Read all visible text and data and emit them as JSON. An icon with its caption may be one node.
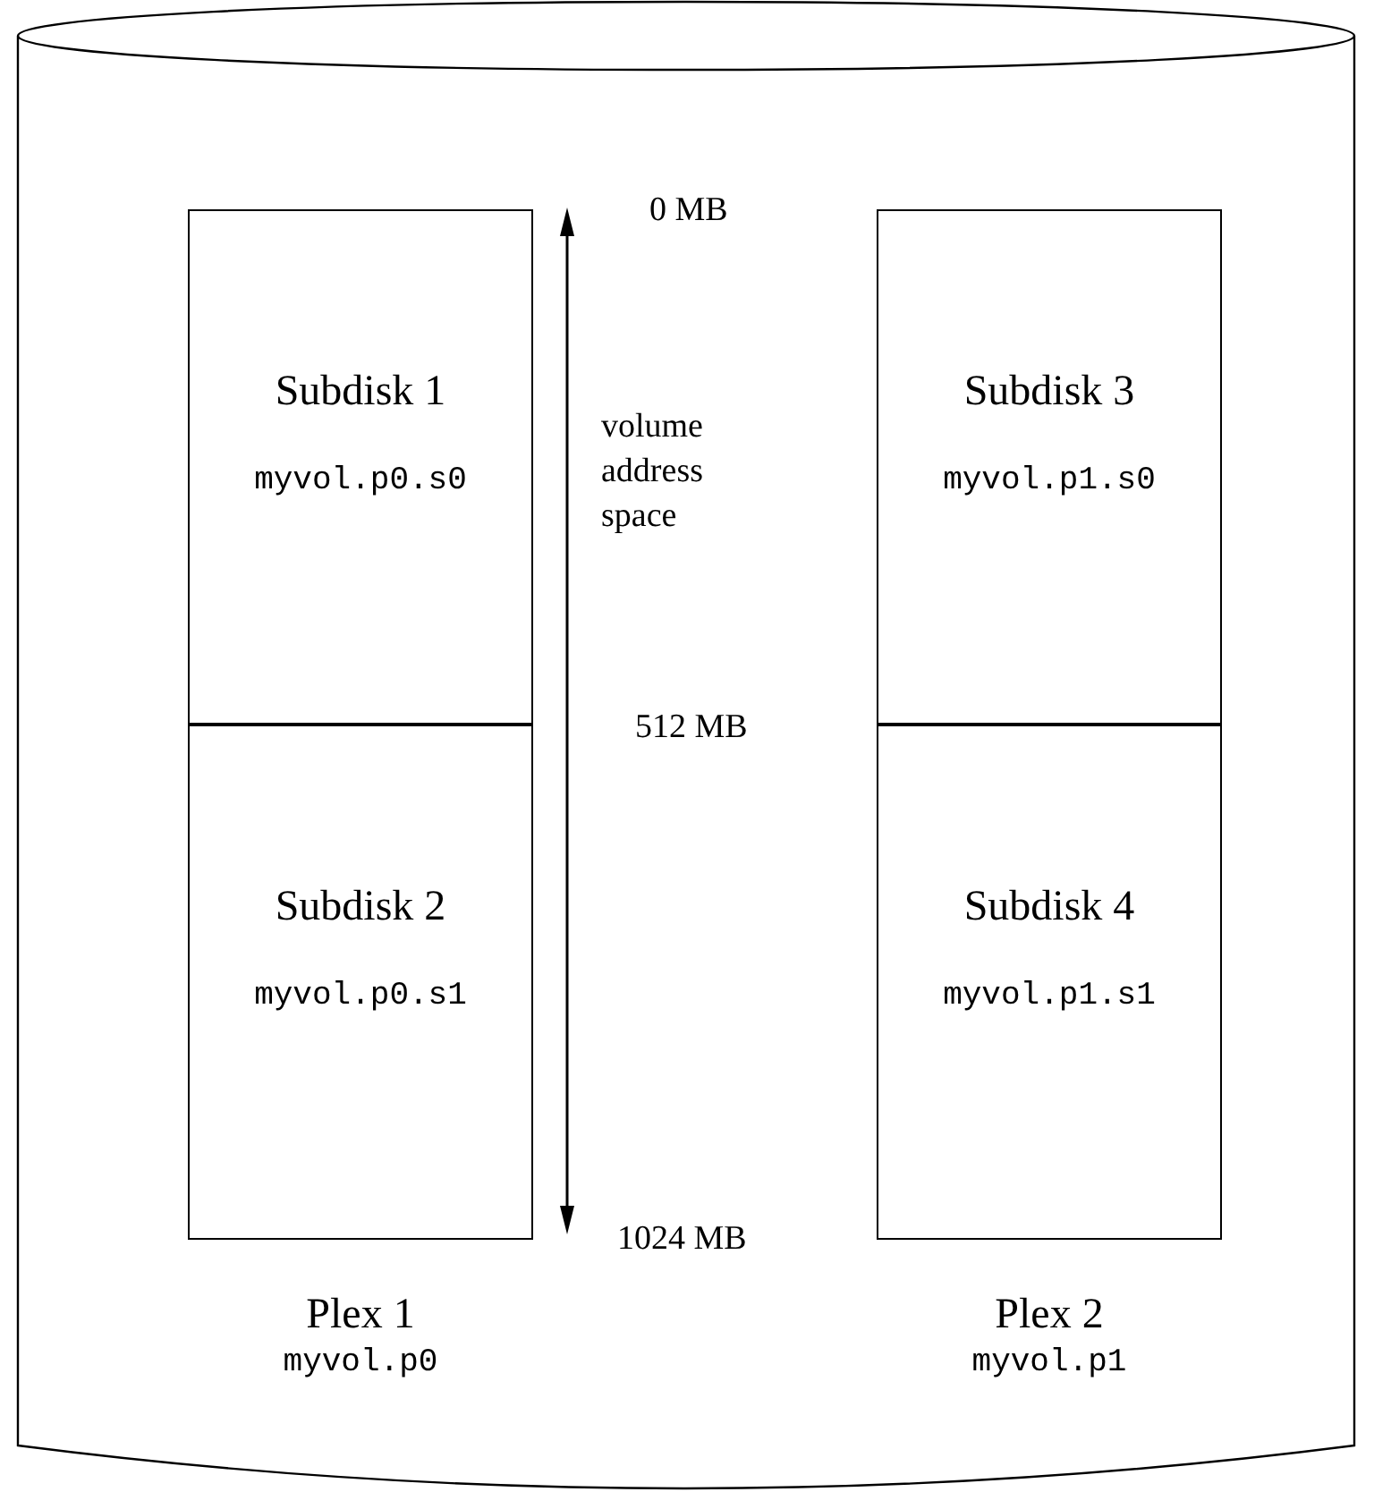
{
  "diagram": {
    "nodes": [
      {
        "text": [],
        "shape": "cylinder"
      },
      {
        "text": [
          "Plex 1",
          "myvol.p0"
        ],
        "in": 0
      },
      {
        "text": [
          "Subdisk 1",
          "myvol.p0.s0"
        ],
        "in": 1
      },
      {
        "text": [
          "Subdisk 2",
          "myvol.p0.s1"
        ],
        "in": 1
      },
      {
        "text": [
          "Plex 2",
          "myvol.p1"
        ],
        "in": 0
      },
      {
        "text": [
          "Subdisk 3",
          "myvol.p1.s0"
        ],
        "in": 4
      },
      {
        "text": [
          "Subdisk 4",
          "myvol.p1.s1"
        ],
        "in": 4
      }
    ],
    "edges": [],
    "labels": [
      "0 MB",
      "volume address space",
      "512 MB",
      "1024 MB"
    ]
  }
}
